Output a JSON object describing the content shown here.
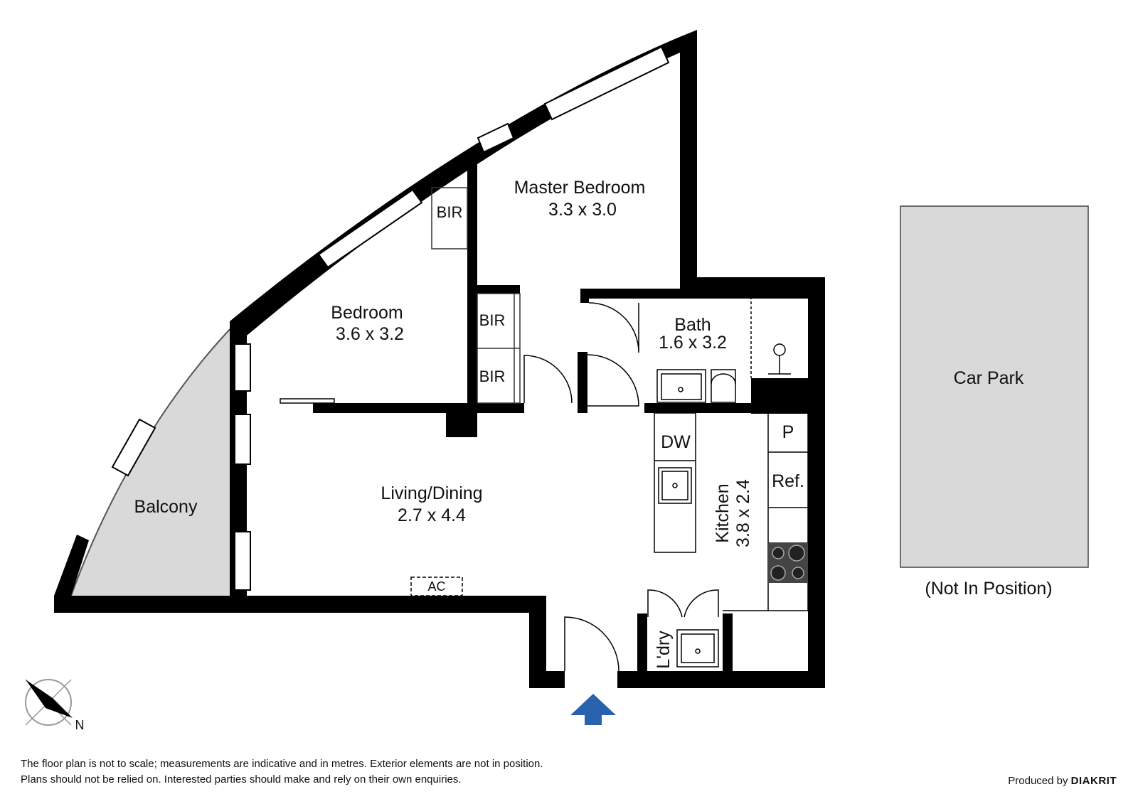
{
  "rooms": {
    "master_bedroom": {
      "name": "Master Bedroom",
      "size": "3.3 x 3.0"
    },
    "bedroom": {
      "name": "Bedroom",
      "size": "3.6 x 3.2"
    },
    "bath": {
      "name": "Bath",
      "size": "1.6 x 3.2"
    },
    "living": {
      "name": "Living/Dining",
      "size": "2.7 x 4.4"
    },
    "kitchen": {
      "name": "Kitchen",
      "size": "3.8 x 2.4"
    },
    "balcony": {
      "name": "Balcony"
    },
    "laundry": {
      "name": "L'dry"
    }
  },
  "fixtures": {
    "bir_master": "BIR",
    "bir_1": "BIR",
    "bir_2": "BIR",
    "dw": "DW",
    "pantry": "P",
    "fridge": "Ref.",
    "ac": "AC"
  },
  "car_park": {
    "name": "Car Park",
    "note": "(Not In Position)"
  },
  "compass": {
    "label": "N"
  },
  "disclaimer": {
    "line1": "The floor plan is not to scale; measurements are indicative and in metres. Exterior elements are not in position.",
    "line2": "Plans should not be relied on. Interested parties should make and rely on their own enquiries."
  },
  "producer": {
    "prefix": "Produced by",
    "brand": "DIAKRIT"
  },
  "colors": {
    "wall": "#000000",
    "balcony": "#d9d9d9",
    "car_park": "#d9d9d9",
    "entry_arrow": "#2862ad"
  }
}
